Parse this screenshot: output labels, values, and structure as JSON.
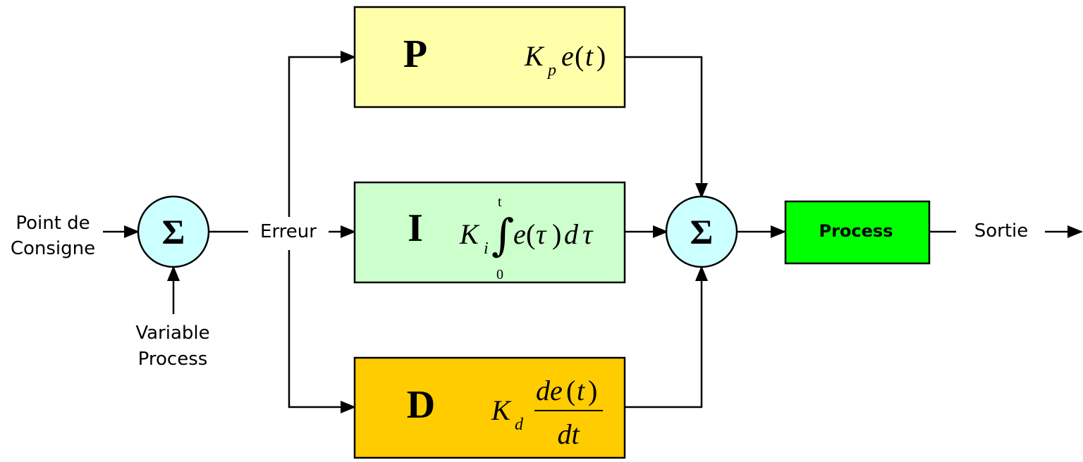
{
  "inputs": {
    "setpoint_line1": "Point de",
    "setpoint_line2": "Consigne",
    "process_var_line1": "Variable",
    "process_var_line2": "Process"
  },
  "error_label": "Erreur",
  "sum_symbol": "Σ",
  "blocks": {
    "p": {
      "letter": "P",
      "gain": "K",
      "gain_sub": "p",
      "term": "e",
      "term_open": "(",
      "term_var": "t",
      "term_close": ")",
      "fill": "#FFFFAA"
    },
    "i": {
      "letter": "I",
      "gain": "K",
      "gain_sub": "i",
      "integral_sign": "∫",
      "upper_limit": "t",
      "lower_limit": "0",
      "integrand": "e",
      "open_paren": "(",
      "var": "τ",
      "close_paren": ")",
      "diff": "d",
      "diff_var": "τ",
      "fill": "#CCFFCC"
    },
    "d": {
      "letter": "D",
      "gain": "K",
      "gain_sub": "d",
      "numerator_d": "de",
      "numerator_open": "(",
      "numerator_var": "t",
      "numerator_close": ")",
      "denominator": "dt",
      "fill": "#FFCC00"
    }
  },
  "process": {
    "label": "Process",
    "fill": "#00FF00"
  },
  "output_label": "Sortie",
  "colors": {
    "summer_fill": "#CCFFFF",
    "line": "#000000"
  }
}
